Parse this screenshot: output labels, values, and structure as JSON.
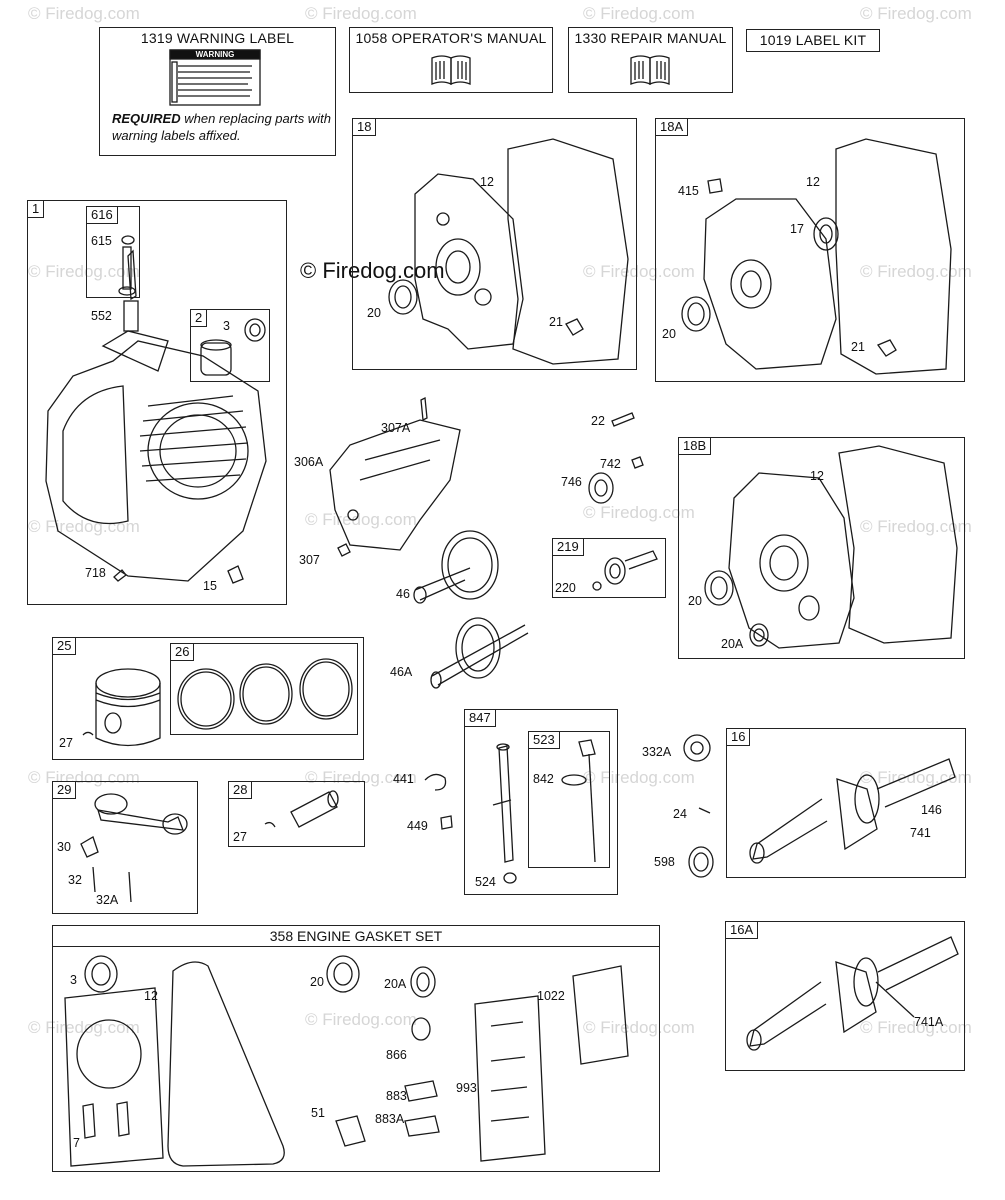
{
  "watermark": "© Firedog.com",
  "copyright": "© Firedog.com",
  "header": {
    "warning_label": "1319 WARNING LABEL",
    "warning_sign_title": "WARNING",
    "required_bold": "REQUIRED",
    "required_text": " when replacing parts with warning labels affixed.",
    "operators_manual": "1058 OPERATOR'S MANUAL",
    "repair_manual": "1330 REPAIR MANUAL",
    "label_kit": "1019 LABEL KIT"
  },
  "groups": {
    "g18": {
      "tab": "18",
      "labels": {
        "a": "12",
        "b": "20",
        "c": "21"
      }
    },
    "g18a": {
      "tab": "18A",
      "labels": {
        "a": "415",
        "b": "12",
        "c": "17",
        "d": "20",
        "e": "21"
      }
    },
    "g18b": {
      "tab": "18B",
      "labels": {
        "a": "12",
        "b": "20",
        "c": "20A"
      }
    },
    "g1": {
      "tab": "1",
      "labels": {
        "a": "552",
        "b": "718",
        "c": "15"
      }
    },
    "g616": {
      "tab": "616",
      "labels": {
        "a": "615"
      }
    },
    "g2": {
      "tab": "2",
      "labels": {
        "a": "3"
      }
    },
    "g25": {
      "tab": "25",
      "labels": {
        "a": "27"
      }
    },
    "g26": {
      "tab": "26"
    },
    "g29": {
      "tab": "29",
      "labels": {
        "a": "30",
        "b": "32",
        "c": "32A"
      }
    },
    "g28": {
      "tab": "28",
      "labels": {
        "a": "27"
      }
    },
    "g219": {
      "tab": "219",
      "labels": {
        "a": "220"
      }
    },
    "g847": {
      "tab": "847",
      "labels": {
        "a": "524"
      }
    },
    "g523": {
      "tab": "523",
      "labels": {
        "a": "842"
      }
    },
    "g16": {
      "tab": "16",
      "labels": {
        "a": "146",
        "b": "741"
      }
    },
    "g16a": {
      "tab": "16A",
      "labels": {
        "a": "741A"
      }
    },
    "g358": {
      "title": "358 ENGINE GASKET SET",
      "labels": {
        "a": "3",
        "b": "12",
        "c": "7",
        "d": "20",
        "e": "20A",
        "f": "1022",
        "g": "866",
        "h": "883",
        "i": "993",
        "j": "883A",
        "k": "51"
      }
    }
  },
  "loose": {
    "p307a": "307A",
    "p306a": "306A",
    "p307": "307",
    "p46": "46",
    "p46a": "46A",
    "p22": "22",
    "p742": "742",
    "p746": "746",
    "p441": "441",
    "p449": "449",
    "p332a": "332A",
    "p24": "24",
    "p598": "598"
  }
}
